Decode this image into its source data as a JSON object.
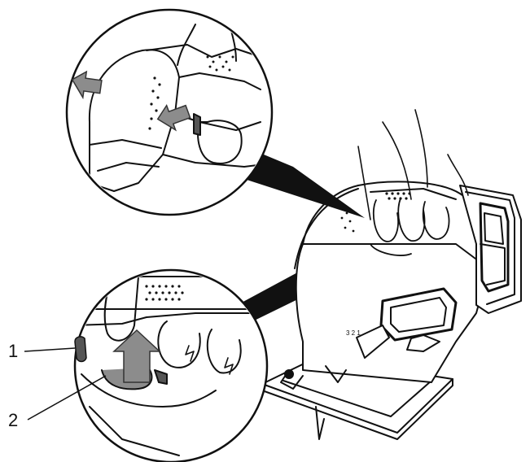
{
  "callouts": [
    {
      "id": "1",
      "label": "1"
    },
    {
      "id": "2",
      "label": "2"
    }
  ],
  "colors": {
    "line": "#111111",
    "arrow_fill": "#8c8c8c",
    "arrow_stroke": "#333333",
    "cone": "#111111",
    "background": "#ffffff"
  },
  "icons": [
    "press-arrow-icon",
    "press-arrow-icon",
    "push-up-arrow-icon"
  ]
}
